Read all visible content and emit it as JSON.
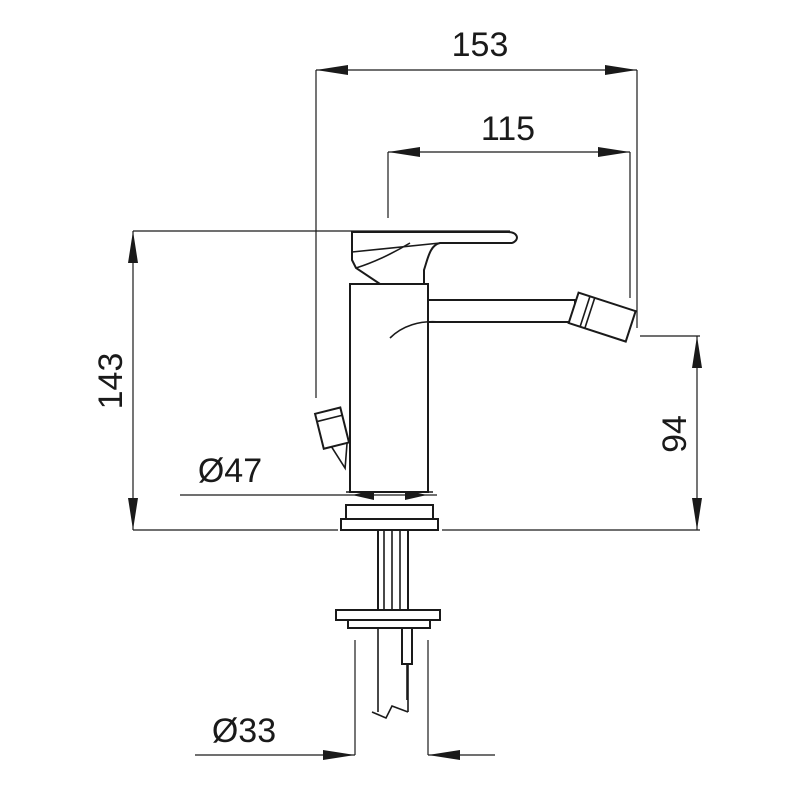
{
  "dimensions": {
    "overall_reach": "153",
    "spout_reach": "115",
    "total_height": "143",
    "spout_height": "94",
    "base_diameter": "Ø47",
    "shank_diameter": "Ø33"
  },
  "colors": {
    "line": "#1a1a1a",
    "background": "#ffffff"
  }
}
